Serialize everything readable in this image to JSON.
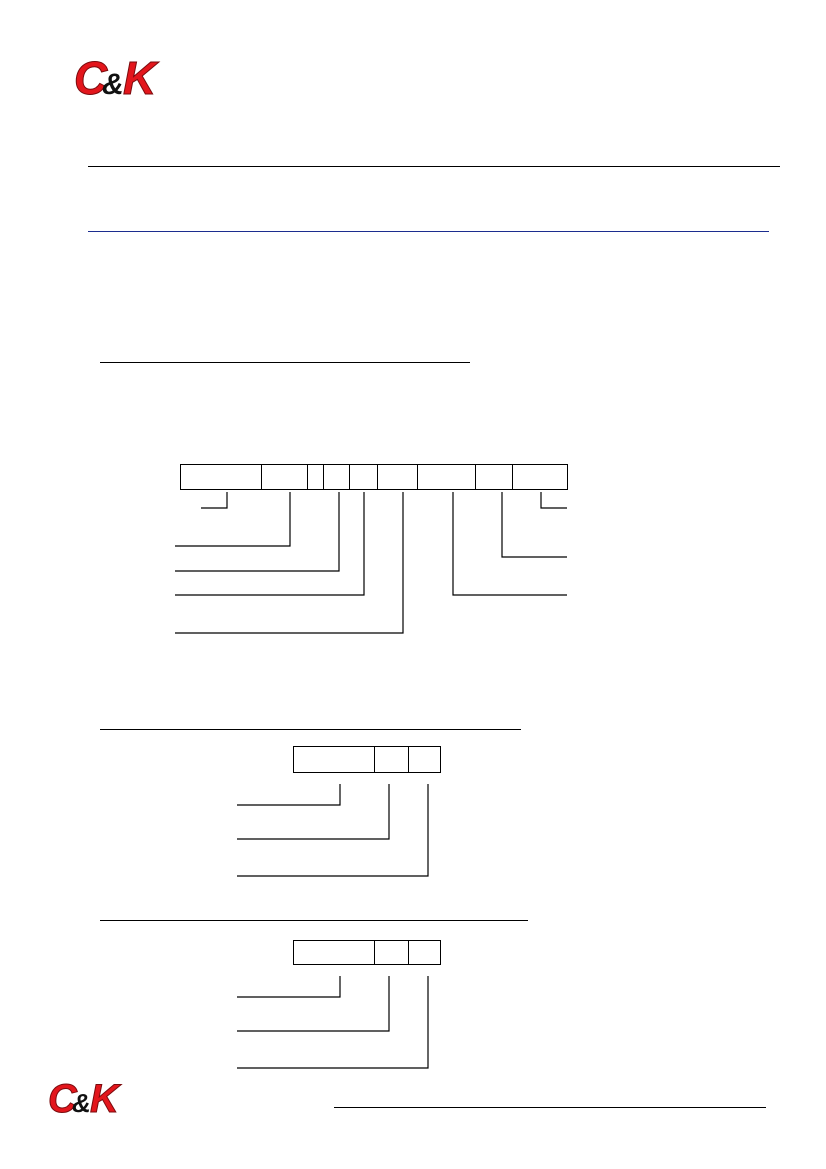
{
  "header": {
    "logo_text": "C&K"
  },
  "footer": {
    "logo_text": "C&K"
  },
  "colors": {
    "brand_red": "#e3161c",
    "brand_black": "#111111",
    "rule_black": "#000000",
    "rule_blue": "#1c2d8f"
  },
  "diagrams": [
    {
      "name": "part-number-diagram-main",
      "segments": 9
    },
    {
      "name": "part-number-diagram-small-1",
      "segments": 3
    },
    {
      "name": "part-number-diagram-small-2",
      "segments": 3
    }
  ]
}
